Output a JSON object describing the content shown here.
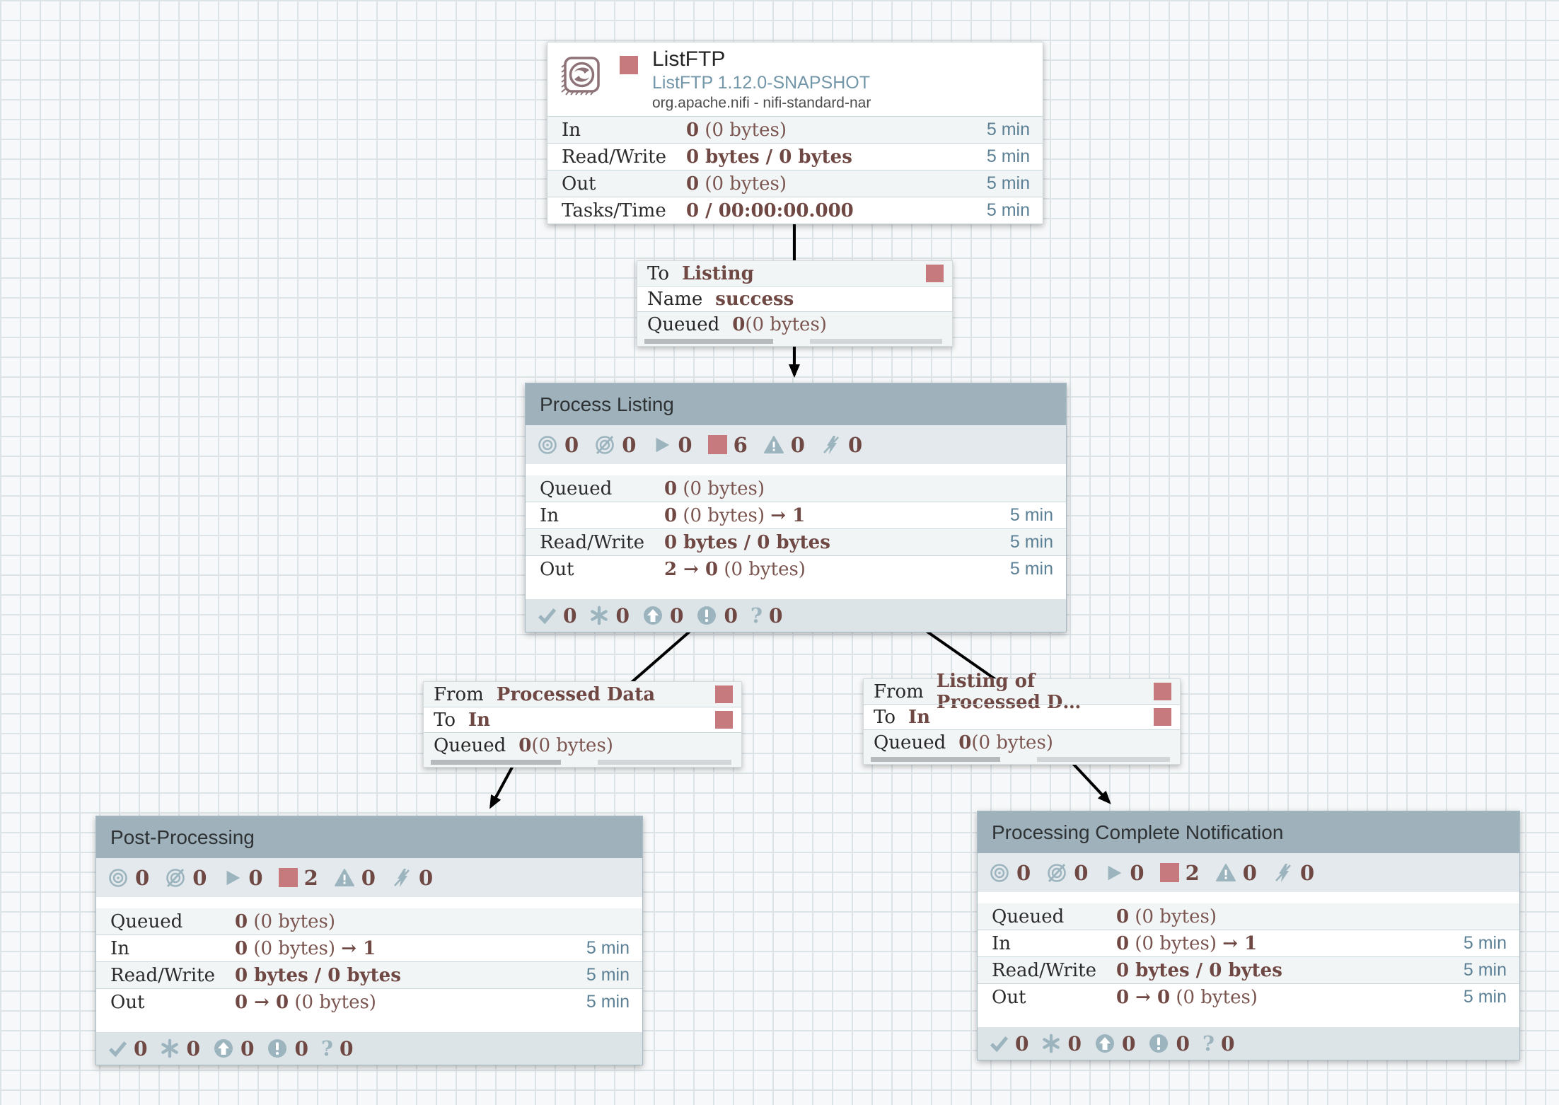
{
  "colors": {
    "stopped_red": "#c67a7d",
    "icon_blue_gray": "#9cb4be",
    "value_maroon_bold": "#6f4843",
    "value_maroon": "#7b5550",
    "time_blue": "#5c8095",
    "group_header": "#9fb2bb",
    "canvas_grid": "#dce3e7",
    "processor_type_blue": "#7396a9"
  },
  "processor": {
    "title": "ListFTP",
    "type": "ListFTP 1.12.0-SNAPSHOT",
    "bundle": "org.apache.nifi - nifi-standard-nar",
    "rows": [
      {
        "label": "In",
        "v1": "0",
        "v2": " (0 bytes)",
        "v3": "",
        "time": "5 min"
      },
      {
        "label": "Read/Write",
        "v1": "0 bytes / 0 bytes",
        "v2": "",
        "v3": "",
        "time": "5 min"
      },
      {
        "label": "Out",
        "v1": "0",
        "v2": " (0 bytes)",
        "v3": "",
        "time": "5 min"
      },
      {
        "label": "Tasks/Time",
        "v1": "0 / 00:00:00.000",
        "v2": "",
        "v3": "",
        "time": "5 min"
      }
    ]
  },
  "connections": [
    {
      "r1": {
        "label": "To",
        "value": "Listing"
      },
      "r2": {
        "label": "Name",
        "value": "success"
      },
      "r3": {
        "label": "Queued",
        "v1": "0",
        "v2": " (0 bytes)"
      }
    },
    {
      "r1": {
        "label": "From",
        "value": "Processed Data"
      },
      "r2": {
        "label": "To",
        "value": "In"
      },
      "r3": {
        "label": "Queued",
        "v1": "0",
        "v2": " (0 bytes)"
      }
    },
    {
      "r1": {
        "label": "From",
        "value": "Listing of Processed D…"
      },
      "r2": {
        "label": "To",
        "value": "In"
      },
      "r3": {
        "label": "Queued",
        "v1": "0",
        "v2": " (0 bytes)"
      }
    }
  ],
  "groups": [
    {
      "title": "Process Listing",
      "counts": {
        "transmitting": "0",
        "not_transmitting": "0",
        "running": "0",
        "stopped": "6",
        "invalid": "0",
        "disabled": "0"
      },
      "rows": [
        {
          "label": "Queued",
          "v1": "0",
          "v2": " (0 bytes)",
          "v3": "",
          "time": ""
        },
        {
          "label": "In",
          "v1": "0",
          "v2": " (0 bytes) ",
          "v3": "→ 1",
          "time": "5 min"
        },
        {
          "label": "Read/Write",
          "v1": "0 bytes / 0 bytes",
          "v2": "",
          "v3": "",
          "time": "5 min"
        },
        {
          "label": "Out",
          "v1": "2 → 0",
          "v2": " (0 bytes)",
          "v3": "",
          "time": "5 min"
        }
      ],
      "footer": {
        "up_to_date": "0",
        "locally_modified": "0",
        "stale": "0",
        "locally_modified_stale": "0",
        "sync_failure": "0"
      }
    },
    {
      "title": "Post-Processing",
      "counts": {
        "transmitting": "0",
        "not_transmitting": "0",
        "running": "0",
        "stopped": "2",
        "invalid": "0",
        "disabled": "0"
      },
      "rows": [
        {
          "label": "Queued",
          "v1": "0",
          "v2": " (0 bytes)",
          "v3": "",
          "time": ""
        },
        {
          "label": "In",
          "v1": "0",
          "v2": " (0 bytes) ",
          "v3": "→ 1",
          "time": "5 min"
        },
        {
          "label": "Read/Write",
          "v1": "0 bytes / 0 bytes",
          "v2": "",
          "v3": "",
          "time": "5 min"
        },
        {
          "label": "Out",
          "v1": "0 → 0",
          "v2": " (0 bytes)",
          "v3": "",
          "time": "5 min"
        }
      ],
      "footer": {
        "up_to_date": "0",
        "locally_modified": "0",
        "stale": "0",
        "locally_modified_stale": "0",
        "sync_failure": "0"
      }
    },
    {
      "title": "Processing Complete Notification",
      "counts": {
        "transmitting": "0",
        "not_transmitting": "0",
        "running": "0",
        "stopped": "2",
        "invalid": "0",
        "disabled": "0"
      },
      "rows": [
        {
          "label": "Queued",
          "v1": "0",
          "v2": " (0 bytes)",
          "v3": "",
          "time": ""
        },
        {
          "label": "In",
          "v1": "0",
          "v2": " (0 bytes) ",
          "v3": "→ 1",
          "time": "5 min"
        },
        {
          "label": "Read/Write",
          "v1": "0 bytes / 0 bytes",
          "v2": "",
          "v3": "",
          "time": "5 min"
        },
        {
          "label": "Out",
          "v1": "0 → 0",
          "v2": " (0 bytes)",
          "v3": "",
          "time": "5 min"
        }
      ],
      "footer": {
        "up_to_date": "0",
        "locally_modified": "0",
        "stale": "0",
        "locally_modified_stale": "0",
        "sync_failure": "0"
      }
    }
  ]
}
